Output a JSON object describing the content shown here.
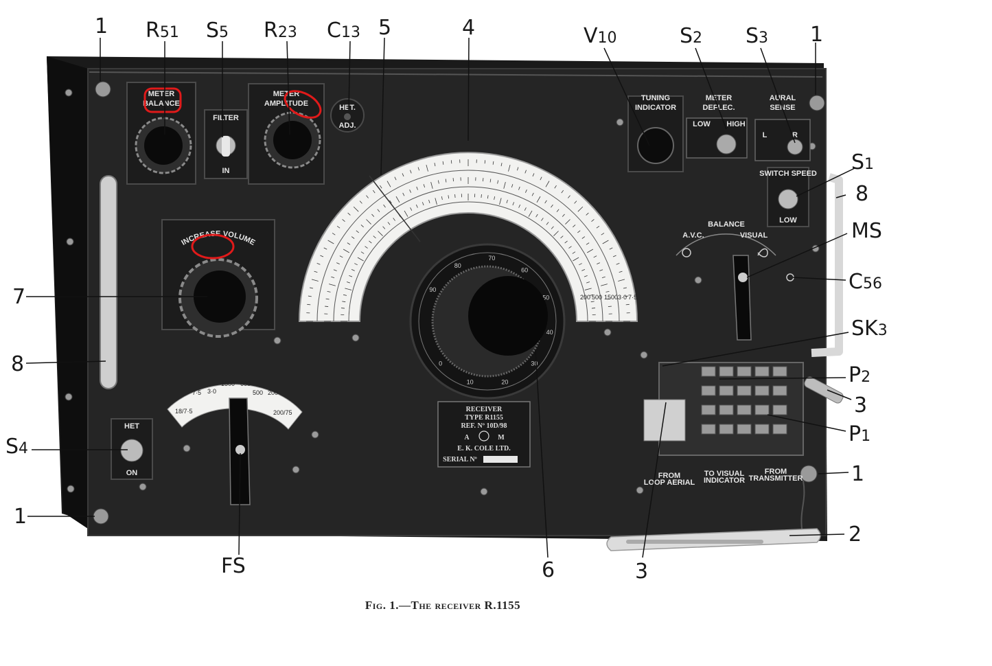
{
  "figure": {
    "caption": "Fig. 1.—The receiver R.1155"
  },
  "callouts": {
    "c1_top_left": "1",
    "r51": {
      "main": "R",
      "sub": "51"
    },
    "s5": {
      "main": "S",
      "sub": "5"
    },
    "r23": {
      "main": "R",
      "sub": "23"
    },
    "c13": {
      "main": "C",
      "sub": "13"
    },
    "c5": "5",
    "c4": "4",
    "v10": {
      "main": "V",
      "sub": "10"
    },
    "s2": {
      "main": "S",
      "sub": "2"
    },
    "s3": {
      "main": "S",
      "sub": "3"
    },
    "c1_top_right": "1",
    "s1": {
      "main": "S",
      "sub": "1"
    },
    "c8_right": "8",
    "ms": "MS",
    "c56": {
      "main": "C",
      "sub": "56"
    },
    "sk3": {
      "main": "SK",
      "sub": "3"
    },
    "p2": {
      "main": "P",
      "sub": "2"
    },
    "c3_right": "3",
    "p1": {
      "main": "P",
      "sub": "1"
    },
    "c1_right": "1",
    "c2": "2",
    "c7": "7",
    "c8_left": "8",
    "s4": {
      "main": "S",
      "sub": "4"
    },
    "c1_bottom_left": "1",
    "fs": "FS",
    "c6": "6",
    "c3_bottom": "3"
  },
  "panel_labels": {
    "meter_balance": [
      "METER",
      "BALANCE"
    ],
    "filter": "FILTER",
    "filter_in": "IN",
    "meter_amplitude": [
      "METER",
      "AMPLITUDE"
    ],
    "het_adj": [
      "HET.",
      "ADJ."
    ],
    "tuning_indicator": [
      "TUNING",
      "INDICATOR"
    ],
    "meter_deflec": [
      "METER",
      "DEFLEC."
    ],
    "deflec_low": "LOW",
    "deflec_high": "HIGH",
    "aural_sense": [
      "AURAL",
      "SENSE"
    ],
    "sense_l": "L",
    "sense_r": "R",
    "switch_speed": "SWITCH SPEED",
    "switch_low": "LOW",
    "increase_volume": "INCREASE VOLUME",
    "avc": "A.V.C.",
    "balance": "BALANCE",
    "visual": "VISUAL",
    "het_on": "HET",
    "on": "ON",
    "from_loop_aerial": [
      "FROM",
      "LOOP AERIAL"
    ],
    "to_visual_indicator": [
      "TO VISUAL",
      "INDICATOR"
    ],
    "from_transmitter": [
      "FROM",
      "TRANSMITTER"
    ]
  },
  "range_scale": [
    "18/7·5",
    "7·5",
    "3·0",
    "1500",
    "600",
    "500",
    "200",
    "200/75"
  ],
  "dial_numbers": [
    "90",
    "80",
    "70",
    "60",
    "50",
    "40",
    "30",
    "20",
    "10",
    "0"
  ],
  "scale_bottom": [
    "200",
    "500",
    "1500",
    "3·0",
    "7·5"
  ],
  "nameplate": {
    "line1": "RECEIVER",
    "line2": "TYPE R1155",
    "line3": "REF. Nº 10D/98",
    "line4_left": "A",
    "line4_right": "M",
    "line5": "E. K. COLE LTD.",
    "line6": "SERIAL Nº"
  },
  "highlight_color": "#e01a1a"
}
